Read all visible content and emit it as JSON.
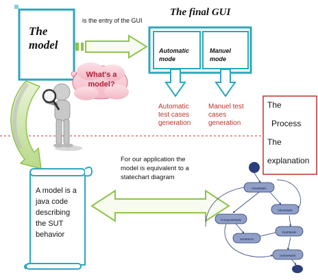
{
  "model_box": {
    "title_line1": "The",
    "title_line2": "model"
  },
  "entry_label": "is the entry of the GUI",
  "final_gui": {
    "title": "The final GUI",
    "automatic": "Automatic mode",
    "manual": "Manuel mode",
    "automatic_output": "Automatic test cases generation",
    "manual_output": "Manuel test cases generation"
  },
  "thought_bubble": "What's a model?",
  "process_box": {
    "line1": "The",
    "line2": "Process",
    "line3": "The",
    "line4": "explanation"
  },
  "equivalence_text": "For our application the model is equivalent to a statechart diagram",
  "scroll_text": "A model is a java code describing the SUT behavior",
  "statechart": {
    "states": [
      "ReadMails",
      "InboxMails",
      "ComposeMails",
      "SentItems",
      "DraftMails",
      "DeleteMails"
    ]
  },
  "colors": {
    "teal": "#2ba6bd",
    "green": "#8fc34a",
    "red": "#c0302a",
    "navy": "#2b3d7a"
  }
}
